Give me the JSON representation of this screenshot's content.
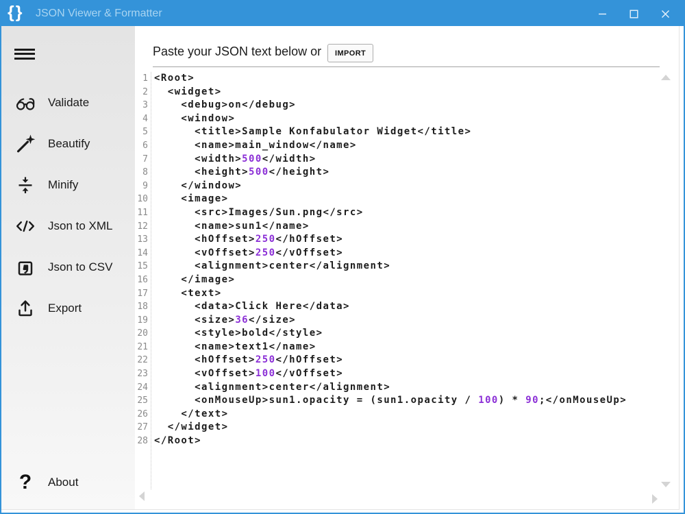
{
  "titlebar": {
    "logo": "{}",
    "title": "JSON Viewer & Formatter"
  },
  "sidebar": {
    "items": [
      {
        "label": "Validate",
        "icon": "glasses-icon"
      },
      {
        "label": "Beautify",
        "icon": "magic-wand-icon"
      },
      {
        "label": "Minify",
        "icon": "collapse-icon"
      },
      {
        "label": "Json to XML",
        "icon": "code-brackets-icon"
      },
      {
        "label": "Json to CSV",
        "icon": "quote-square-icon"
      },
      {
        "label": "Export",
        "icon": "upload-icon"
      }
    ],
    "about_label": "About",
    "about_icon": "question-mark-icon"
  },
  "main": {
    "prompt": "Paste your JSON text below or",
    "import_label": "IMPORT"
  },
  "editor": {
    "lines": [
      "<Root>",
      "  <widget>",
      "    <debug>on</debug>",
      "    <window>",
      "      <title>Sample Konfabulator Widget</title>",
      "      <name>main_window</name>",
      "      <width>500</width>",
      "      <height>500</height>",
      "    </window>",
      "    <image>",
      "      <src>Images/Sun.png</src>",
      "      <name>sun1</name>",
      "      <hOffset>250</hOffset>",
      "      <vOffset>250</vOffset>",
      "      <alignment>center</alignment>",
      "    </image>",
      "    <text>",
      "      <data>Click Here</data>",
      "      <size>36</size>",
      "      <style>bold</style>",
      "      <name>text1</name>",
      "      <hOffset>250</hOffset>",
      "      <vOffset>100</vOffset>",
      "      <alignment>center</alignment>",
      "      <onMouseUp>sun1.opacity = (sun1.opacity / 100) * 90;</onMouseUp>",
      "    </text>",
      "  </widget>",
      "</Root>"
    ]
  },
  "colors": {
    "titlebar_blue": "#3493d9",
    "title_text": "#a8d4f1",
    "number_literal": "#8b2fd6"
  }
}
